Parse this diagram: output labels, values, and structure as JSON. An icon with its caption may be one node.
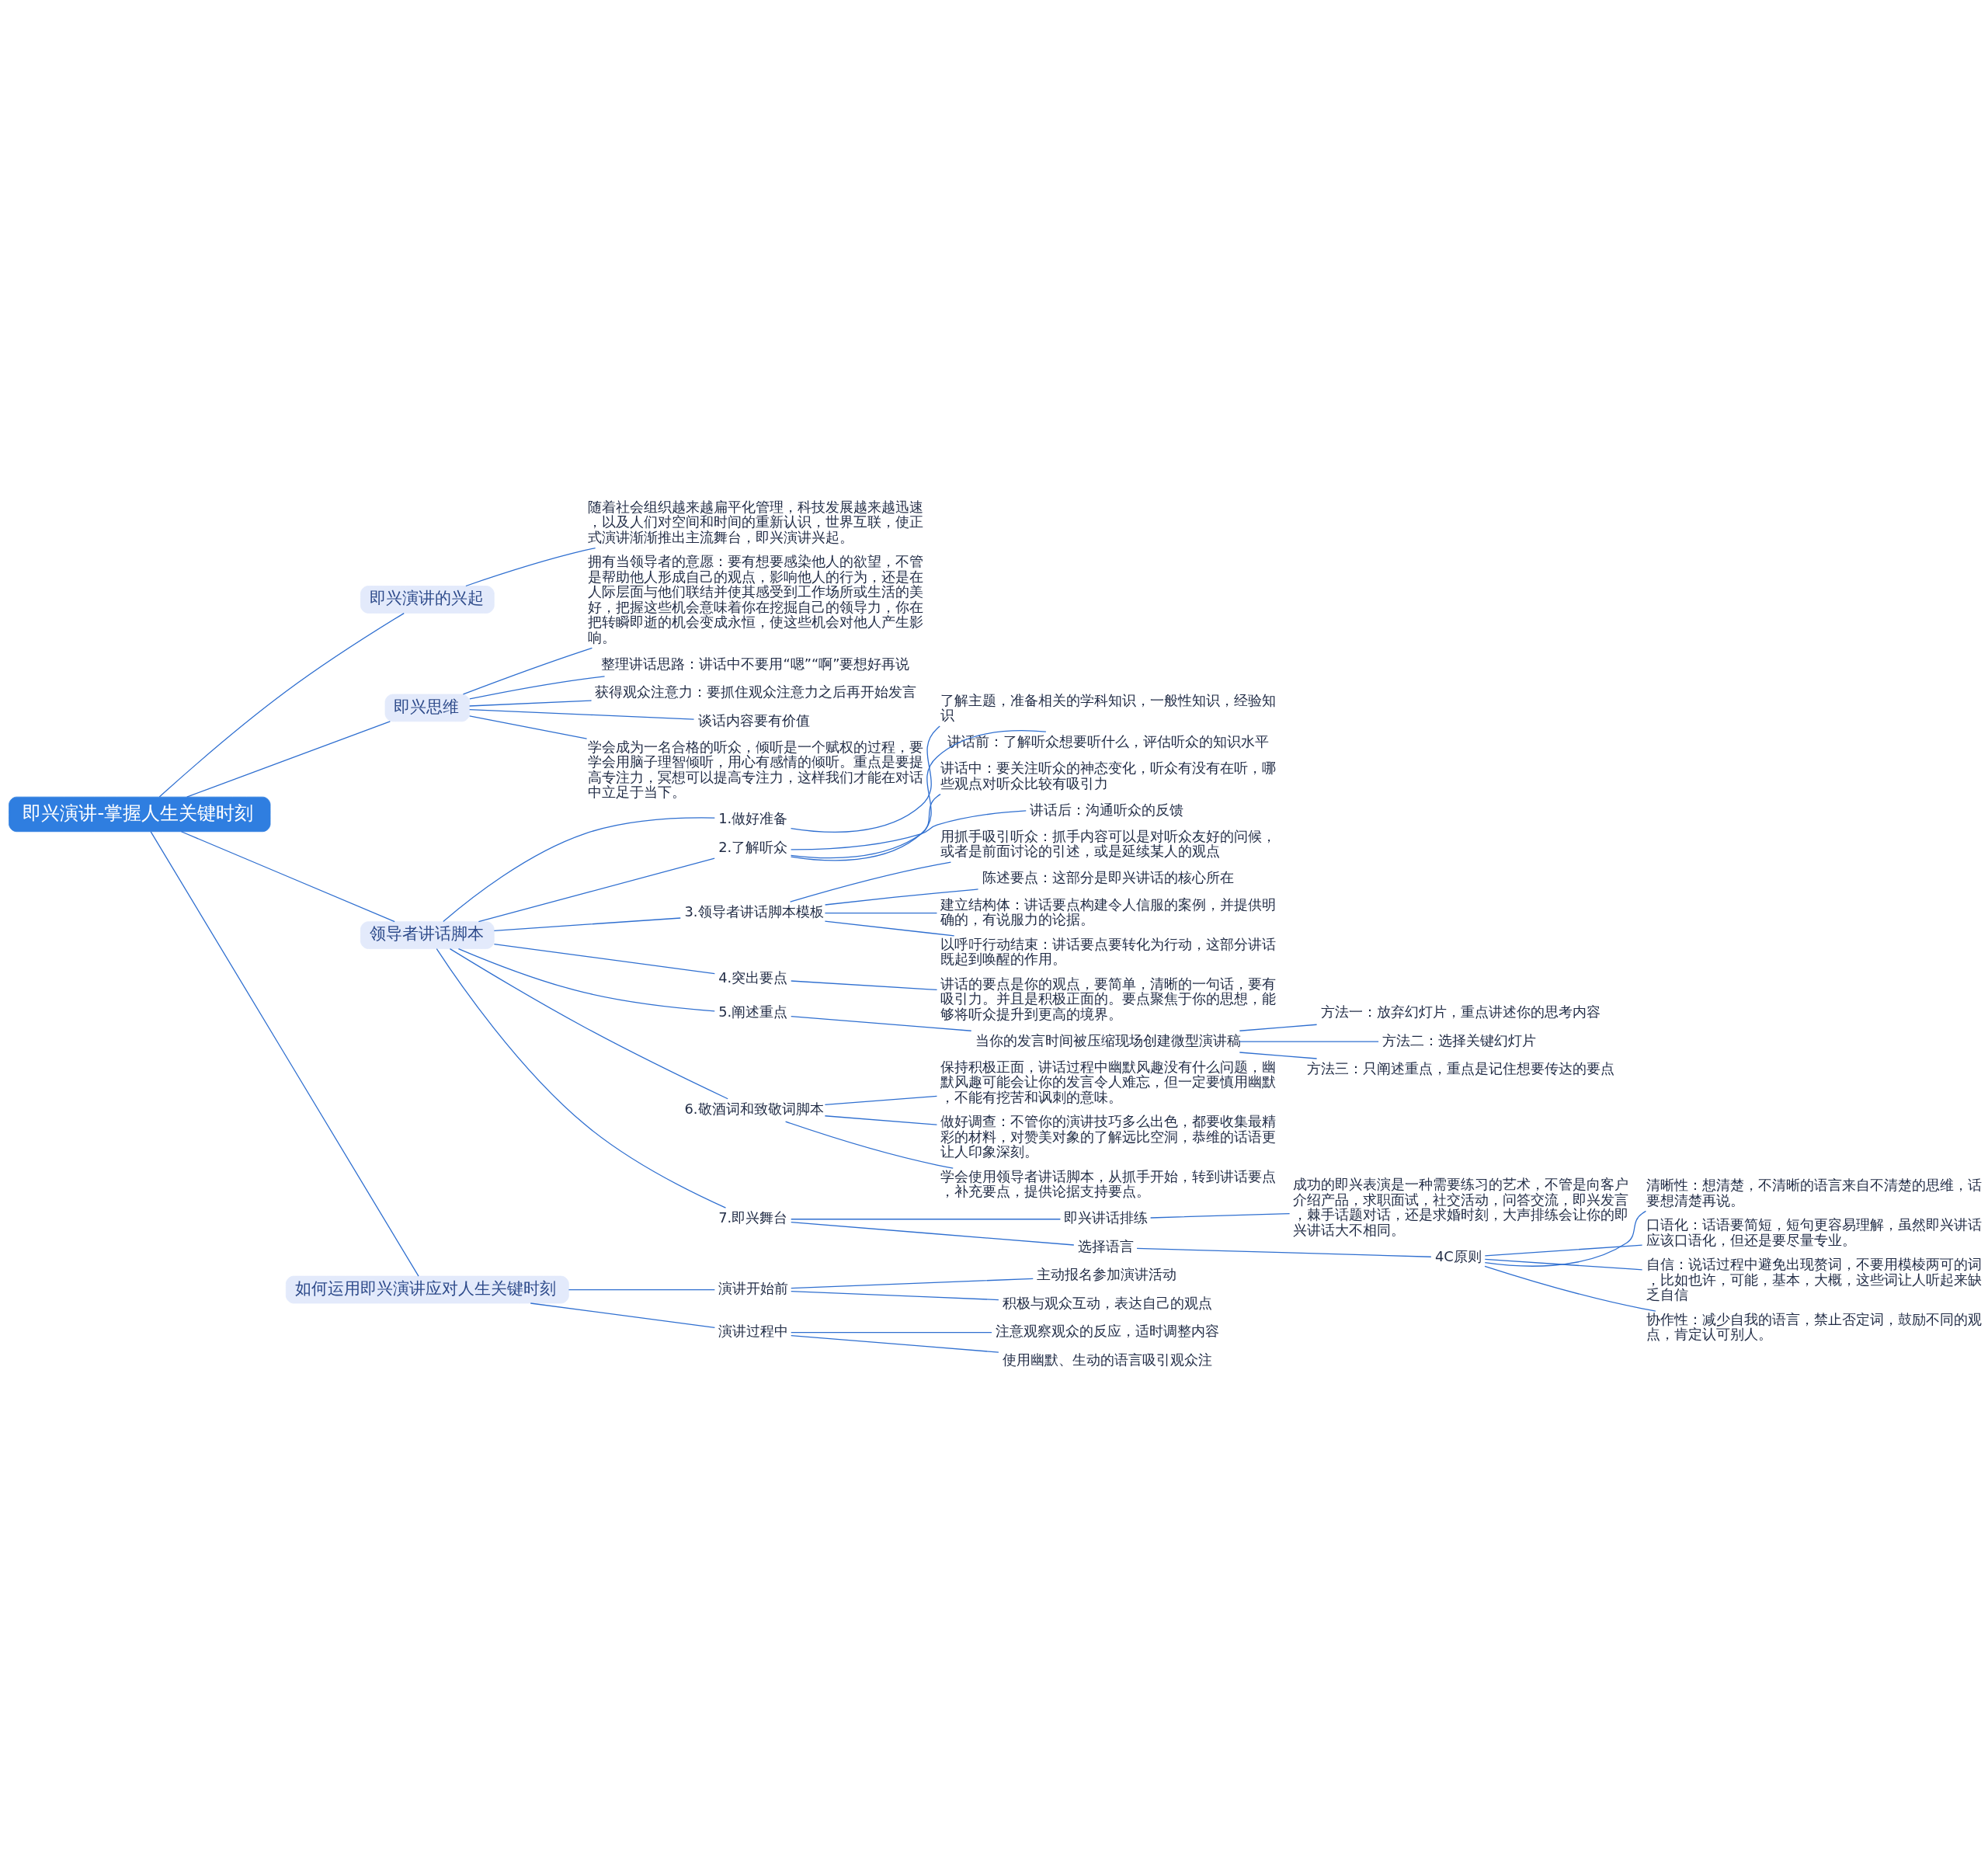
{
  "diagram": {
    "nodes": [
      {
        "text": [
          "即兴演讲-掌握人生关键时刻"
        ]
      },
      {
        "text": [
          "即兴演讲的兴起"
        ]
      },
      {
        "text": [
          "随着社会组织越来越扁平化管理，科技发展越来越迅速，以及人们对空间和时间的重新认识，世界互联，使正式演讲渐渐推出主流舞台，即兴演讲兴起。"
        ]
      },
      {
        "text": [
          "即兴思维"
        ]
      },
      {
        "text": [
          "拥有当领导者的意愿：要有想要感染他人的欲望，不管是帮助他人形成自己的观点，影响他人的行为，还是在人际层面与他们联结并使其感受到工作场所或生活的美好，把握这些机会意味着你在挖掘自己的领导力，你在把转瞬即逝的机会变成永恒，使这些机会对他人产生影响。"
        ]
      },
      {
        "text": [
          "整理讲话思路：讲话中不要用“嗯”“啊”要想好再说"
        ]
      },
      {
        "text": [
          "获得观众注意力：要抓住观众注意力之后再开始发言"
        ]
      },
      {
        "text": [
          "谈话内容要有价值"
        ]
      },
      {
        "text": [
          "学会成为一名合格的听众，倾听是一个赋权的过程，要学会用脑子理智倾听，用心有感情的倾听。重点是要提高专注力，冥想可以提高专注力，这样我们才能在对话中立足于当下。"
        ]
      },
      {
        "text": [
          "领导者讲话脚本"
        ]
      },
      {
        "text": [
          "1.做好准备"
        ]
      },
      {
        "text": [
          "了解主题，准备相关的学科知识，一般性知识，经验知识"
        ]
      },
      {
        "text": [
          "2.了解听众"
        ]
      },
      {
        "text": [
          "讲话前：了解听众想要听什么，评估听众的知识水平"
        ]
      },
      {
        "text": [
          "讲话中：要关注听众的神态变化，听众有没有在听，哪些观点对听众比较有吸引力"
        ]
      },
      {
        "text": [
          "讲话后：沟通听众的反馈"
        ]
      },
      {
        "text": [
          "3.领导者讲话脚本模板"
        ]
      },
      {
        "text": [
          "用抓手吸引听众：抓手内容可以是对听众友好的问候，或者是前面讨论的引述，或是延续某人的观点"
        ]
      },
      {
        "text": [
          "陈述要点：这部分是即兴讲话的核心所在"
        ]
      },
      {
        "text": [
          "建立结构体：讲话要点构建令人信服的案例，并提供明确的，有说服力的论据。"
        ]
      },
      {
        "text": [
          "以呼吁行动结束：讲话要点要转化为行动，这部分讲话既起到唤醒的作用。"
        ]
      },
      {
        "text": [
          "4.突出要点"
        ]
      },
      {
        "text": [
          "讲话的要点是你的观点，要简单，清晰的一句话，要有吸引力。并且是积极正面的。要点聚焦于你的思想，能够将听众提升到更高的境界。"
        ]
      },
      {
        "text": [
          "5.阐述重点"
        ]
      },
      {
        "text": [
          "当你的发言时间被压缩现场创建微型演讲稿"
        ]
      },
      {
        "text": [
          "方法一：放弃幻灯片，重点讲述你的思考内容"
        ]
      },
      {
        "text": [
          "方法二：选择关键幻灯片"
        ]
      },
      {
        "text": [
          "方法三：只阐述重点，重点是记住想要传达的要点"
        ]
      },
      {
        "text": [
          "6.敬酒词和致敬词脚本"
        ]
      },
      {
        "text": [
          "保持积极正面，讲话过程中幽默风趣没有什么问题，幽默风趣可能会让你的发言令人难忘，但一定要慎用幽默，不能有挖苦和讽刺的意味。"
        ]
      },
      {
        "text": [
          "做好调查：不管你的演讲技巧多么出色，都要收集最精彩的材料，对赞美对象的了解远比空洞，恭维的话语更让人印象深刻。"
        ]
      },
      {
        "text": [
          "学会使用领导者讲话脚本，从抓手开始，转到讲话要点，补充要点，提供论据支持要点。"
        ]
      },
      {
        "text": [
          "7.即兴舞台"
        ]
      },
      {
        "text": [
          "即兴讲话排练"
        ]
      },
      {
        "text": [
          "成功的即兴表演是一种需要练习的艺术，不管是向客户介绍产品，求职面试，社交活动，问答交流，即兴发言，棘手话题对话，还是求婚时刻，大声排练会让你的即兴讲话大不相同。"
        ]
      },
      {
        "text": [
          "选择语言"
        ]
      },
      {
        "text": [
          "4C原则"
        ]
      },
      {
        "text": [
          "清晰性：想清楚，不清晰的语言来自不清楚的思维，话要想清楚再说。"
        ]
      },
      {
        "text": [
          "口语化：话语要简短，短句更容易理解，虽然即兴讲话应该口语化，但还是要尽量专业。"
        ]
      },
      {
        "text": [
          "自信：说话过程中避免出现赘词，不要用模棱两可的词，比如也许，可能，基本，大概，这些词让人听起来缺乏自信"
        ]
      },
      {
        "text": [
          "协作性：减少自我的语言，禁止否定词，鼓励不同的观点，肯定认可别人。"
        ]
      },
      {
        "text": [
          "如何运用即兴演讲应对人生关键时刻"
        ]
      },
      {
        "text": [
          "演讲开始前"
        ]
      },
      {
        "text": [
          "主动报名参加演讲活动"
        ]
      },
      {
        "text": [
          "积极与观众互动，表达自己的观点"
        ]
      },
      {
        "text": [
          "演讲过程中"
        ]
      },
      {
        "text": [
          "注意观察观众的反应，适时调整内容"
        ]
      },
      {
        "text": [
          "使用幽默、生动的语言吸引观众注"
        ]
      }
    ],
    "edges": [
      {
        "from": 0,
        "to": 1,
        "arrow": "none"
      },
      {
        "from": 1,
        "to": 2,
        "arrow": "none"
      },
      {
        "from": 0,
        "to": 3,
        "arrow": "none"
      },
      {
        "from": 3,
        "to": 4,
        "arrow": "none"
      },
      {
        "from": 3,
        "to": 5,
        "arrow": "none"
      },
      {
        "from": 3,
        "to": 6,
        "arrow": "none"
      },
      {
        "from": 3,
        "to": 7,
        "arrow": "none"
      },
      {
        "from": 3,
        "to": 8,
        "arrow": "none"
      },
      {
        "from": 0,
        "to": 9,
        "arrow": "none"
      },
      {
        "from": 9,
        "to": 10,
        "arrow": "none"
      },
      {
        "from": 10,
        "to": 11,
        "arrow": "none"
      },
      {
        "from": 9,
        "to": 12,
        "arrow": "none"
      },
      {
        "from": 12,
        "to": 13,
        "arrow": "none"
      },
      {
        "from": 12,
        "to": 14,
        "arrow": "none"
      },
      {
        "from": 12,
        "to": 15,
        "arrow": "none"
      },
      {
        "from": 9,
        "to": 16,
        "arrow": "none"
      },
      {
        "from": 16,
        "to": 17,
        "arrow": "none"
      },
      {
        "from": 16,
        "to": 18,
        "arrow": "none"
      },
      {
        "from": 16,
        "to": 19,
        "arrow": "none"
      },
      {
        "from": 16,
        "to": 20,
        "arrow": "none"
      },
      {
        "from": 9,
        "to": 21,
        "arrow": "none"
      },
      {
        "from": 21,
        "to": 22,
        "arrow": "none"
      },
      {
        "from": 9,
        "to": 23,
        "arrow": "none"
      },
      {
        "from": 23,
        "to": 24,
        "arrow": "none"
      },
      {
        "from": 24,
        "to": 25,
        "arrow": "none"
      },
      {
        "from": 24,
        "to": 26,
        "arrow": "none"
      },
      {
        "from": 24,
        "to": 27,
        "arrow": "none"
      },
      {
        "from": 9,
        "to": 28,
        "arrow": "none"
      },
      {
        "from": 28,
        "to": 29,
        "arrow": "none"
      },
      {
        "from": 28,
        "to": 30,
        "arrow": "none"
      },
      {
        "from": 28,
        "to": 31,
        "arrow": "none"
      },
      {
        "from": 9,
        "to": 32,
        "arrow": "none"
      },
      {
        "from": 32,
        "to": 33,
        "arrow": "none"
      },
      {
        "from": 33,
        "to": 34,
        "arrow": "none"
      },
      {
        "from": 32,
        "to": 35,
        "arrow": "none"
      },
      {
        "from": 35,
        "to": 36,
        "arrow": "none"
      },
      {
        "from": 36,
        "to": 37,
        "arrow": "none"
      },
      {
        "from": 36,
        "to": 38,
        "arrow": "none"
      },
      {
        "from": 36,
        "to": 39,
        "arrow": "none"
      },
      {
        "from": 36,
        "to": 40,
        "arrow": "none"
      },
      {
        "from": 0,
        "to": 41,
        "arrow": "none"
      },
      {
        "from": 41,
        "to": 42,
        "arrow": "none"
      },
      {
        "from": 42,
        "to": 43,
        "arrow": "none"
      },
      {
        "from": 42,
        "to": 44,
        "arrow": "none"
      },
      {
        "from": 41,
        "to": 45,
        "arrow": "none"
      },
      {
        "from": 45,
        "to": 46,
        "arrow": "none"
      },
      {
        "from": 45,
        "to": 47,
        "arrow": "none"
      }
    ]
  }
}
